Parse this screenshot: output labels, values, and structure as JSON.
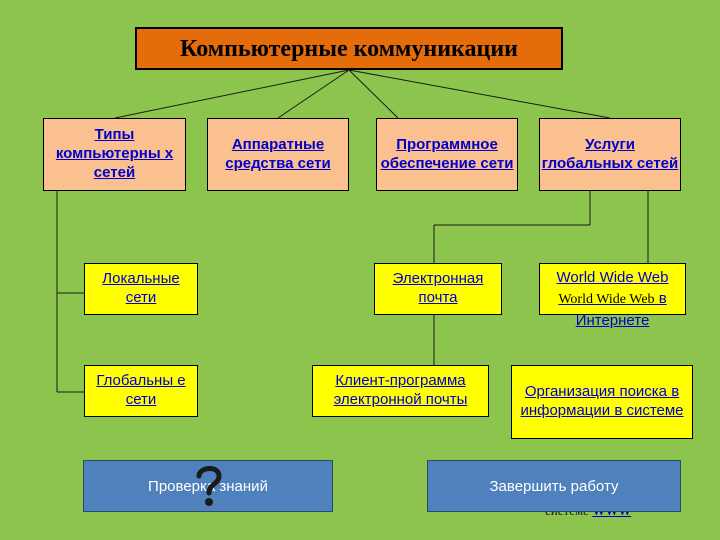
{
  "title": "Компьютерные коммуникации",
  "level1": [
    "Типы компьютерны х сетей",
    "Аппаратные средства сети",
    "Программное обеспечение сети",
    "Услуги глобальных сетей"
  ],
  "networks": {
    "local": "Локальные сети",
    "global": "Глобальны е сети"
  },
  "email": {
    "label": "Электронная почта",
    "client": "Клиент-программа электронной почты"
  },
  "www": {
    "label_link": "World Wide Web",
    "label_plain": "World Wide Web",
    "label_tail": "в Интернете"
  },
  "search": "Организация поиска в информации в системе",
  "buttons": {
    "check": "Проверка знаний",
    "finish": "Завершить работу"
  },
  "hidden_caption": {
    "text": "системе",
    "link": "WWW"
  },
  "icons": {
    "question": "question-mark-icon"
  },
  "colors": {
    "background": "#8dc44e",
    "title_fill": "#e46c0a",
    "category_fill": "#fac090",
    "leaf_fill": "#ffff00",
    "button_fill": "#4f81bd",
    "link_text": "#0000cc"
  }
}
